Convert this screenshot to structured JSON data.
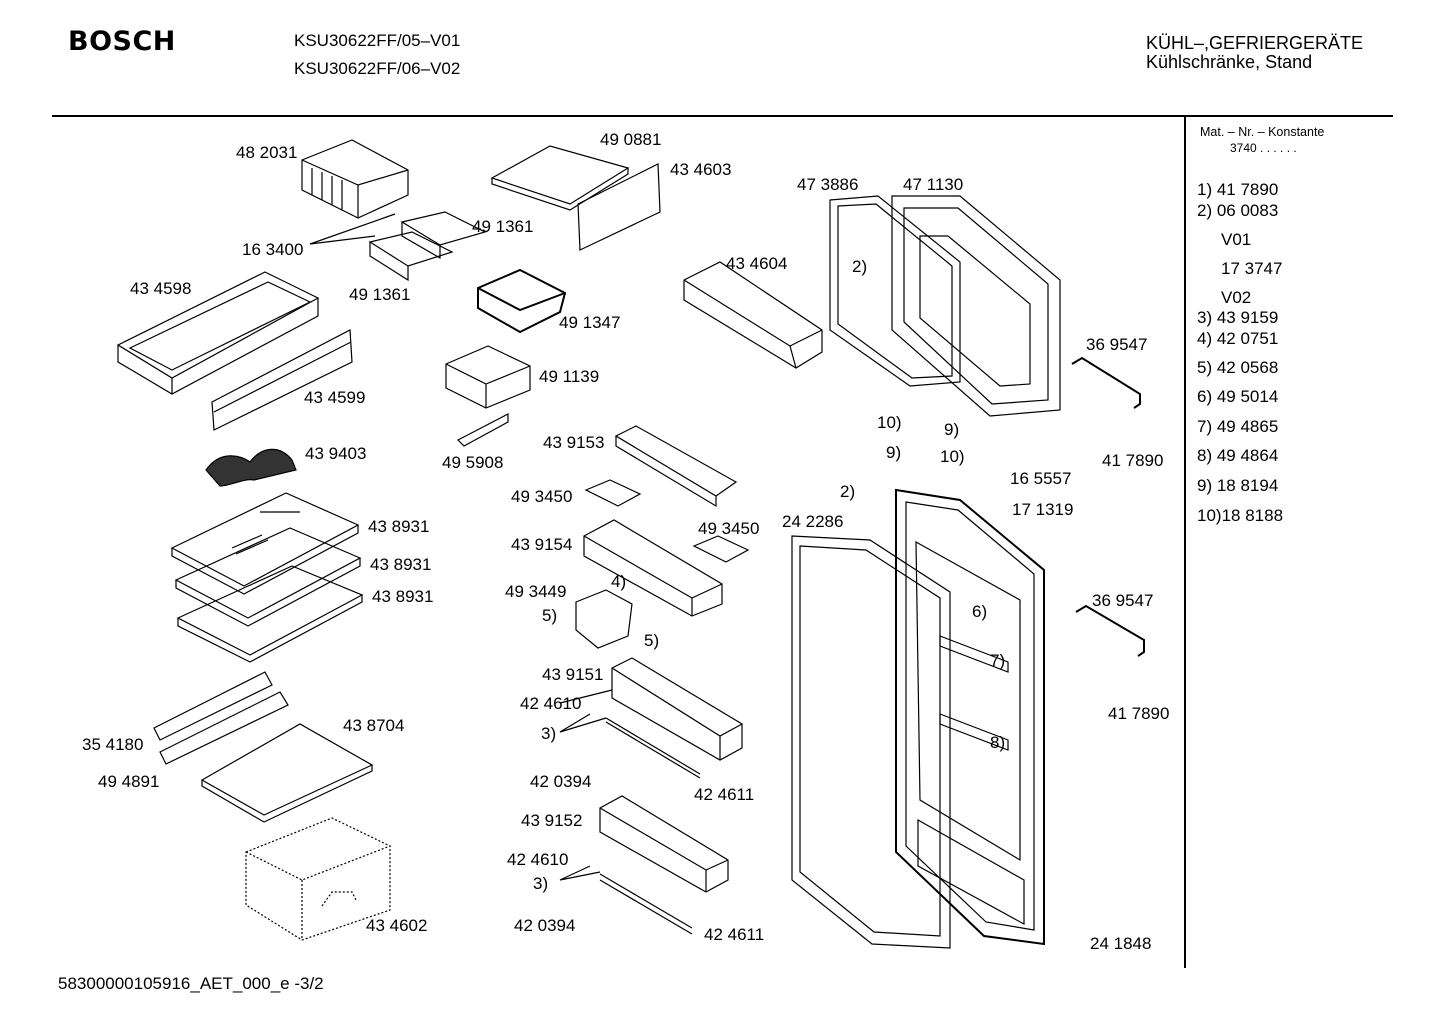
{
  "header": {
    "brand": "BOSCH",
    "models": [
      "KSU30622FF/05–V01",
      "KSU30622FF/06–V02"
    ],
    "category_line1": "KÜHL–,GEFRIERGERÄTE",
    "category_line2": "Kühlschränke, Stand"
  },
  "legend": {
    "heading": "Mat. – Nr. – Konstante",
    "constant": "3740  .   .    .   .   .   .",
    "entries": [
      "1) 41 7890",
      "2) 06 0083",
      "V01",
      "17 3747",
      "V02",
      "3) 43 9159",
      "4) 42 0751",
      "5) 42 0568",
      "6) 49 5014",
      "7) 49 4865",
      "8) 49 4864",
      "9) 18 8194",
      "10)18 8188"
    ]
  },
  "part_labels": [
    "48 2031",
    "16 3400",
    "43 4598",
    "43 4599",
    "43 9403",
    "43 8931",
    "43 8931",
    "43 8931",
    "35 4180",
    "49 4891",
    "43 8704",
    "43 4602",
    "49 0881",
    "43 4603",
    "49 1361",
    "49 1361",
    "49 1347",
    "49 1139",
    "49 5908",
    "43 9153",
    "49 3450",
    "49 3450",
    "43 9154",
    "49 3449",
    "4)",
    "5)",
    "5)",
    "43 9151",
    "42 4610",
    "3)",
    "42 0394",
    "42 4611",
    "43 9152",
    "42 4610",
    "3)",
    "42 0394",
    "42 4611",
    "43 4604",
    "47 3886",
    "47 1130",
    "2)",
    "36 9547",
    "41 7890",
    "10)",
    "9)",
    "9)",
    "10)",
    "16 5557",
    "17 1319",
    "2)",
    "24 2286",
    "36 9547",
    "6)",
    "7)",
    "41 7890",
    "8)",
    "24 1848"
  ],
  "footer": {
    "code": "58300000105916_AET_000_e     -3/2"
  }
}
